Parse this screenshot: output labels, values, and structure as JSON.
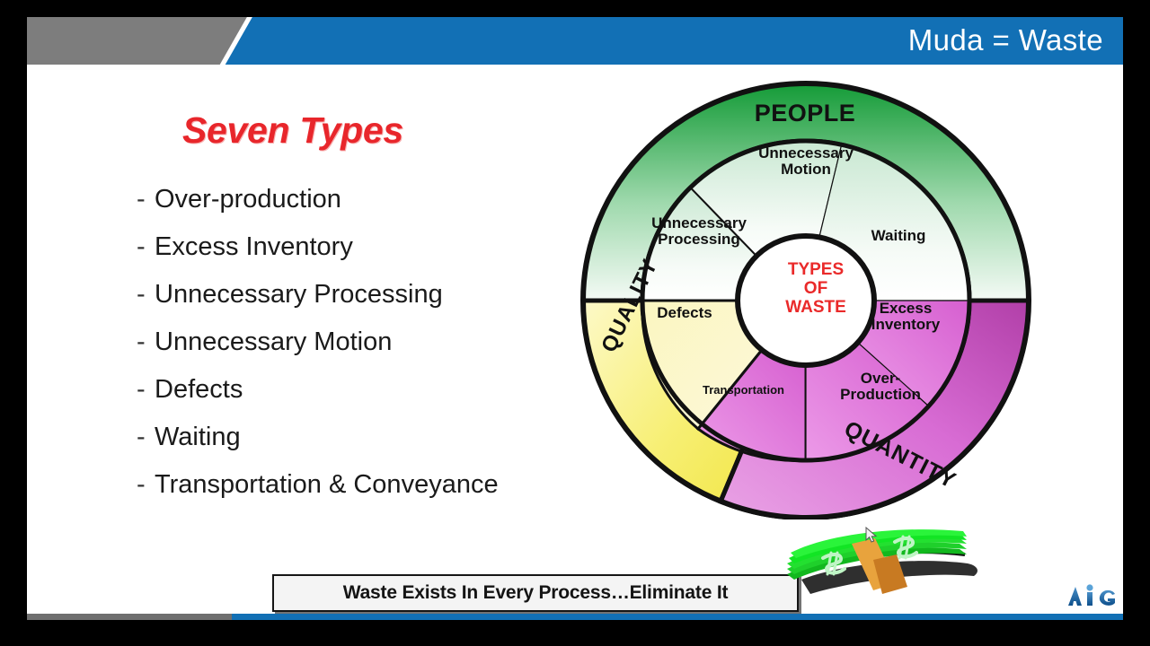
{
  "header": {
    "title": "Muda = Waste"
  },
  "left": {
    "heading": "Seven Types",
    "items": [
      "Over-production",
      "Excess Inventory",
      "Unnecessary Processing",
      "Unnecessary Motion",
      "Defects",
      "Waiting",
      "Transportation & Conveyance"
    ],
    "bullet": "-"
  },
  "caption": {
    "text": "Waste Exists In Every Process…Eliminate It"
  },
  "wheel": {
    "center": {
      "line1": "TYPES",
      "line2": "OF",
      "line3": "WASTE"
    },
    "outer_ring": [
      {
        "label": "PEOPLE",
        "color": "#2f9e44"
      },
      {
        "label": "QUALITY",
        "color": "#f5ef6a"
      },
      {
        "label": "QUANTITY",
        "color": "#d86cd4"
      }
    ],
    "inner_ring": [
      {
        "label": "Unnecessary Motion",
        "group": "PEOPLE"
      },
      {
        "label": "Waiting",
        "group": "PEOPLE"
      },
      {
        "label": "Excess Inventory",
        "group": "QUANTITY"
      },
      {
        "label": "Over-Production",
        "group": "QUANTITY"
      },
      {
        "label": "Transportation",
        "group": "QUANTITY"
      },
      {
        "label": "Defects",
        "group": "QUALITY"
      },
      {
        "label": "Unnecessary Processing",
        "group": "PEOPLE"
      }
    ]
  },
  "graphics": {
    "money_stack": "money-stack-graphic",
    "logo": "aig-logo",
    "cursor": "mouse-cursor"
  },
  "colors": {
    "header_blue": "#1270b5",
    "header_gray": "#7d7d7d",
    "title_red": "#e8262b",
    "center_red": "#ea2a2a",
    "green": "#2f9e44",
    "yellow": "#f5ef6a",
    "magenta": "#d86cd4",
    "money_green": "#1fd02b",
    "money_band": "#e8a33d"
  }
}
